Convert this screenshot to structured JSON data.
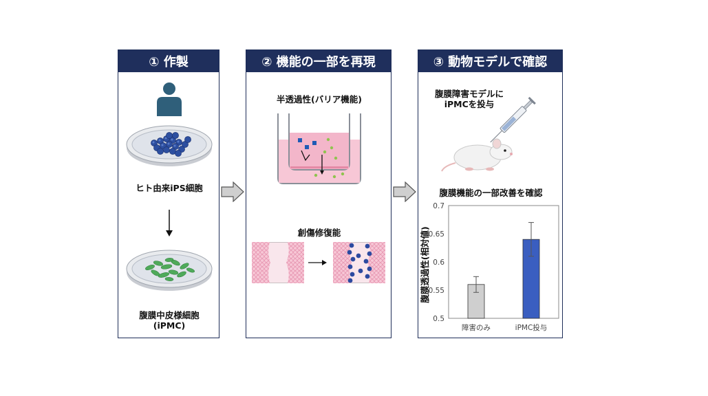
{
  "panels": [
    {
      "title": "① 作製"
    },
    {
      "title": "② 機能の一部を再現"
    },
    {
      "title": "③ 動物モデルで確認"
    }
  ],
  "panel1": {
    "ips_label": "ヒト由来iPS細胞",
    "ipmc_label_line1": "腹膜中皮様細胞",
    "ipmc_label_line2": "(iPMC)"
  },
  "panel2": {
    "permeability_label": "半透過性(バリア機能)",
    "wound_label": "創傷修復能"
  },
  "panel3": {
    "injection_line1": "腹膜障害モデルに",
    "injection_line2": "iPMCを投与",
    "result_label": "腹膜機能の一部改善を確認"
  },
  "colors": {
    "header": "#1f2f5c",
    "bar_control": "#cfcfcf",
    "bar_ipmc": "#3a5ec0",
    "tissue_pink": "#f7c7d6",
    "cell_blue": "#2c4aa0",
    "cell_green": "#4faa5a"
  },
  "chart_data": {
    "type": "bar",
    "categories": [
      "障害のみ",
      "iPMC投与"
    ],
    "values": [
      0.56,
      0.64
    ],
    "errors": [
      0.014,
      0.03
    ],
    "ylabel": "腹膜透過性(相対値)",
    "ylim": [
      0.5,
      0.7
    ],
    "yticks": [
      "0.5",
      "0.55",
      "0.6",
      "0.65",
      "0.7"
    ],
    "grid": false
  }
}
